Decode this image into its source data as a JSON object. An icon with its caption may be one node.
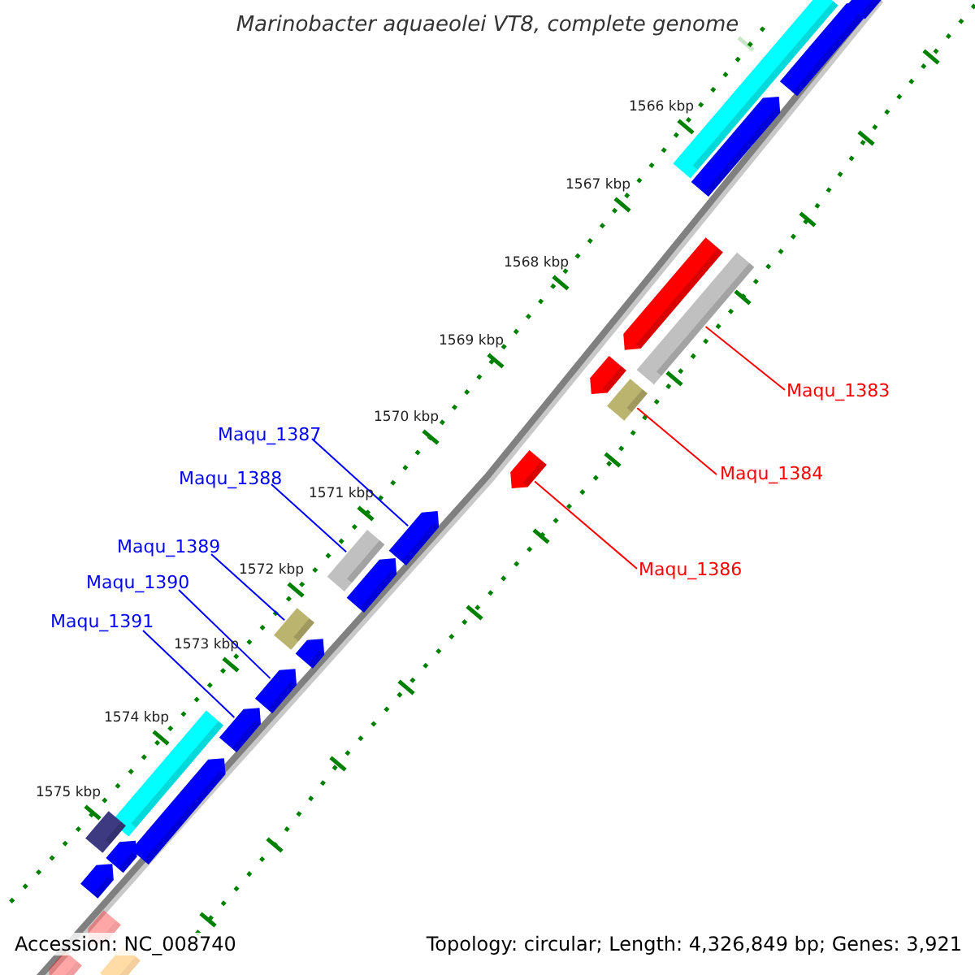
{
  "diagram": {
    "title": "Marinobacter aquaeolei VT8, complete genome",
    "nodes": [
      {
        "text": [
          "Maqu_1383"
        ]
      },
      {
        "text": [
          "Maqu_1384"
        ]
      },
      {
        "text": [
          "Maqu_1386"
        ]
      },
      {
        "text": [
          "Maqu_1387"
        ]
      },
      {
        "text": [
          "Maqu_1388"
        ]
      },
      {
        "text": [
          "Maqu_1389"
        ]
      },
      {
        "text": [
          "Maqu_1390"
        ]
      },
      {
        "text": [
          "Maqu_1391"
        ]
      },
      {
        "text": [],
        "shape": "arrow"
      },
      {
        "text": [],
        "shape": "arrow"
      },
      {
        "text": [],
        "shape": "box"
      },
      {
        "text": [],
        "shape": "arrow"
      },
      {
        "text": [],
        "shape": "arrow"
      },
      {
        "text": [],
        "shape": "box"
      },
      {
        "text": [],
        "shape": "arrow"
      },
      {
        "text": [],
        "shape": "box"
      },
      {
        "text": [],
        "shape": "arrow"
      },
      {
        "text": [],
        "shape": "arrow"
      },
      {
        "text": [],
        "shape": "box"
      },
      {
        "text": [],
        "shape": "arrow"
      },
      {
        "text": [],
        "shape": "box"
      },
      {
        "text": [],
        "shape": "arrow"
      },
      {
        "text": [],
        "shape": "arrow"
      },
      {
        "text": [],
        "shape": "arrow"
      },
      {
        "text": [],
        "shape": "box"
      },
      {
        "text": [],
        "shape": "arrow"
      },
      {
        "text": [],
        "shape": "box"
      },
      {
        "text": [],
        "shape": "arrow"
      },
      {
        "text": [],
        "shape": "arrow"
      },
      {
        "text": [],
        "shape": "arrow"
      },
      {
        "text": [],
        "shape": "box"
      },
      {
        "text": [],
        "shape": "arrow"
      }
    ],
    "edges": [
      {
        "from": 0,
        "to": 13,
        "arrow": "none",
        "color": "#ff0000"
      },
      {
        "from": 1,
        "to": 15,
        "arrow": "none",
        "color": "#ff0000"
      },
      {
        "from": 2,
        "to": 16,
        "arrow": "none",
        "color": "#ff0000"
      },
      {
        "from": 3,
        "to": 17,
        "arrow": "none"
      },
      {
        "from": 4,
        "to": 18,
        "arrow": "none"
      },
      {
        "from": 5,
        "to": 20,
        "arrow": "none"
      },
      {
        "from": 6,
        "to": 22,
        "arrow": "none"
      },
      {
        "from": 7,
        "to": 23,
        "arrow": "none"
      }
    ],
    "labels": [
      "1566 kbp",
      "1567 kbp",
      "1568 kbp",
      "1569 kbp",
      "1570 kbp",
      "1571 kbp",
      "1572 kbp",
      "1573 kbp",
      "1574 kbp",
      "1575 kbp",
      "Accession: NC_008740",
      "Topology: circular; Length: 4,326,849 bp; Genes: 3,921"
    ]
  }
}
